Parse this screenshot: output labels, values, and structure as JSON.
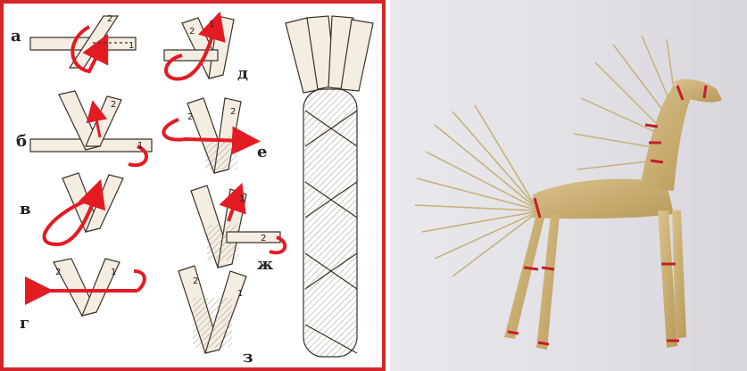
{
  "diagram": {
    "step_labels": [
      "а",
      "б",
      "в",
      "г",
      "д",
      "е",
      "ж",
      "з"
    ],
    "strand_numbers": {
      "a": [
        "2",
        "1"
      ],
      "b": [
        "2",
        "1"
      ],
      "g": [
        "2",
        "1"
      ],
      "d": [
        "2",
        "1"
      ],
      "e": [
        "2",
        "2"
      ],
      "zh": [
        "1",
        "2"
      ],
      "z": [
        "2",
        "1"
      ]
    }
  },
  "colors": {
    "frame": "#d3262b",
    "arrow": "#e31b23",
    "straw_fill": "#f3ede2",
    "straw_stroke": "#3a332a",
    "binding": "#c41e2a",
    "photo_background": "#e3e2e7",
    "straw": "#c8ad74"
  },
  "photo": {
    "subject": "straw-horse"
  }
}
